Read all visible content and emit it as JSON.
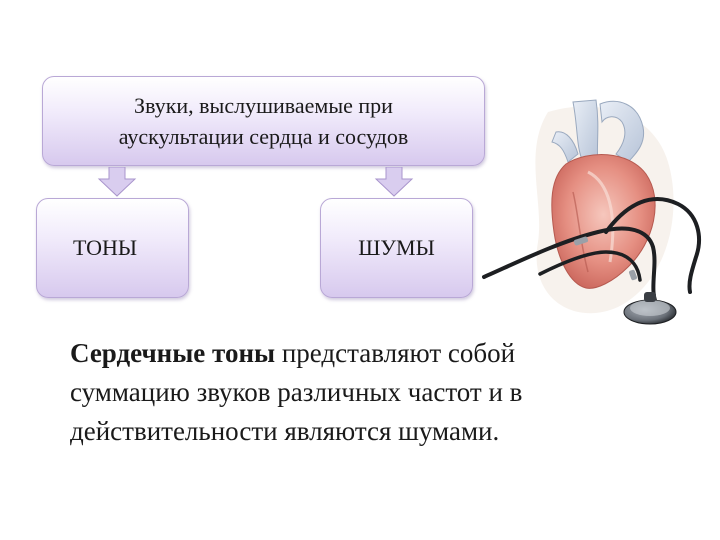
{
  "diagram": {
    "top_box": {
      "line1": "Звуки, выслушиваемые при",
      "line2": "аускультации сердца и сосудов"
    },
    "left_box": "ТОНЫ",
    "right_box": "ШУМЫ"
  },
  "paragraph": {
    "bold_part": "Сердечные тоны",
    "line1_rest": " представляют собой",
    "line2": "суммацию звуков различных частот и в",
    "line3": "действительности являются шумами."
  },
  "colors": {
    "box_border": "#b9a8d6",
    "box_fill_light": "#ffffff",
    "box_fill_dark": "#d7c9ee",
    "arrow_fill": "#d9cdef"
  },
  "icons": {
    "illustration": "heart-stethoscope-image"
  }
}
